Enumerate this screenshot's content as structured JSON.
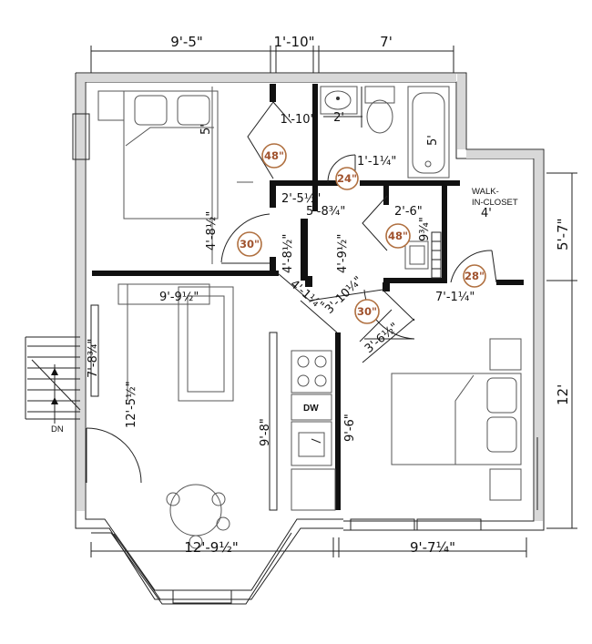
{
  "dimensions": {
    "top_left": "9'-5\"",
    "top_mid": "1'-10\"",
    "top_right": "7'",
    "bath_sink_width": "1'-10\"",
    "bath_toilet_width": "2'",
    "tub_length": "5'",
    "bed1_side": "5'",
    "bed1_height": "4'-8½\"",
    "hall_1_1_4": "1'-1¼\"",
    "hall_2_5_half": "2'-5½\"",
    "hall_5_8_3_4": "5'-8¾\"",
    "closet_2_6": "2'-6\"",
    "closet_9_3_4": "9¾\"",
    "closet_depth": "4'",
    "hall_4_8_half": "4'-8½\"",
    "hall_4_9_half": "4'-9½\"",
    "right_5_7": "5'-7\"",
    "living_9_9_half": "9'-9½\"",
    "diag_4_1_1_4": "4'-1¼\"",
    "diag_3_10_1_4": "3'-10¼\"",
    "bed2_7_1_4": "7'-1¼\"",
    "diag_3_6_half": "3'-6½\"",
    "stair_7_8_3_4": "7'-8¾\"",
    "living_12_5_half": "12'-5½\"",
    "kitchen_9_8": "9'-8\"",
    "bed2_9_6": "9'-6\"",
    "right_12": "12'",
    "bottom_left": "12'-9½\"",
    "bottom_right": "9'-7¼\""
  },
  "doors": {
    "d48_a": "48\"",
    "d24": "24\"",
    "d30_a": "30\"",
    "d48_b": "48\"",
    "d28": "28\"",
    "d30_b": "30\""
  },
  "labels": {
    "walk_in_closet_line1": "WALK-",
    "walk_in_closet_line2": "IN-CLOSET",
    "dishwasher": "DW",
    "stair_down": "DN"
  },
  "colors": {
    "wall": "#111111",
    "door_badge": "#b07040"
  }
}
